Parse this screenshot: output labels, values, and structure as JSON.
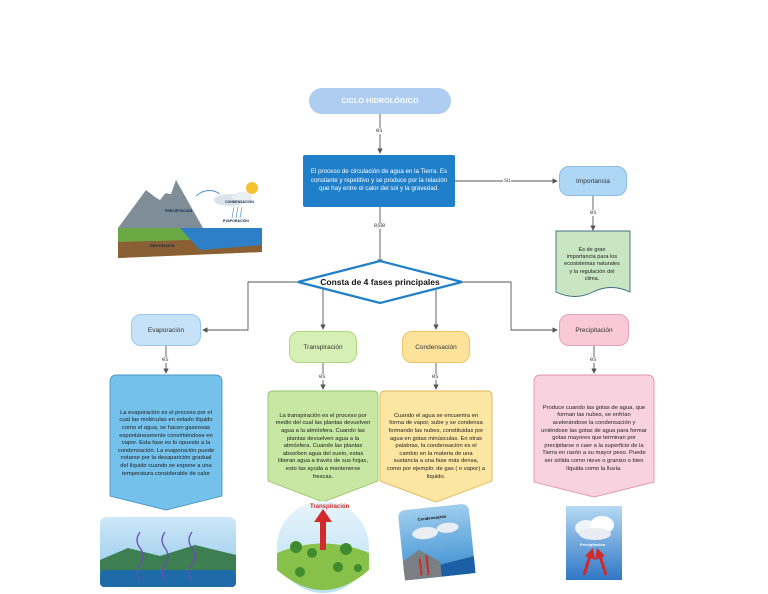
{
  "diagram": {
    "title": "CICLO HIDROLÓGICO",
    "definition": "El proceso de circulación de agua en la Tierra. Es constante y repetitivo y se produce por la relación que hay entre el calor del sol y la gravedad.",
    "central": "Consta de 4 fases principales",
    "importance": {
      "label": "Importancia",
      "text": "Es de gran importancia para los ecosistemas naturales y la regulación del clima."
    },
    "phases": {
      "evaporation": {
        "label": "Evaporación",
        "text": "La evaporación es el proceso por el cual las moléculas en estado líquido como el agua, se hacen gaseosas espontáneamente convirtiéndose en vapor. Esta fase es lo opuesto a la condensación. La evaporación puede notarse por la desaparición gradual del líquido cuando se expone a una temperatura considerable de calor"
      },
      "transpiration": {
        "label": "Transpiración",
        "text": "La transpiración es el proceso por medio del cual las plantas devuelven agua a la atmósfera. Cuando las plantas devuelven agua a la atmósfera. Cuando las plantas absorben agua del suelo, estas liberan agua a través de sus hojas, esto las ayuda a mantenerse frescas."
      },
      "condensation": {
        "label": "Condensación",
        "text": "Cuando el agua se encuentra en forma de vapor, sube y se condensa formando las nubes, constituidas por agua en gotas minúsculas. En otras palabras, la condensación es el cambio en la materia de una sustancia a una fase más densa, como por ejemplo: de gas ( o vapor) a líquido."
      },
      "precipitation": {
        "label": "Precipitación",
        "text": "Produce cuando las gotas de agua, que forman las nubes, se enfrían acelerándose la condensación y uniéndose las gotas de agua para formar gotas mayores que terminan por precipitarse o caer a la superficie de la Tierra en razón a su mayor peso. Puede ser sólida como nieve o granizo o bien líquida como la lluvia."
      }
    },
    "connectors": {
      "title_definition": "es",
      "definition_central": "este",
      "definition_importance": "su",
      "importance_text": "es",
      "evaporation_text": "es",
      "transpiration_text": "es",
      "condensation_text": "es",
      "precipitation_text": "es"
    },
    "image_labels": {
      "cycle_condensation": "CONDENSACIÓN",
      "cycle_precipitation": "PRECIPITACIÓN",
      "cycle_evaporation": "EVAPORACIÓN",
      "cycle_infiltration": "INFILTRACIÓN",
      "transpiration_title": "Transpiración",
      "condensation_title": "Condensación",
      "precipitation_title": "Precipitación"
    },
    "colors": {
      "title": "#aecdf0",
      "definition": "#1f7fc9",
      "importance": "#aed6f5",
      "evaporation": "#c6e2f8",
      "transpiration": "#d6efb5",
      "condensation": "#fde29b",
      "precipitation": "#f9c9d8",
      "diamond_border": "#1f7fc9"
    }
  }
}
